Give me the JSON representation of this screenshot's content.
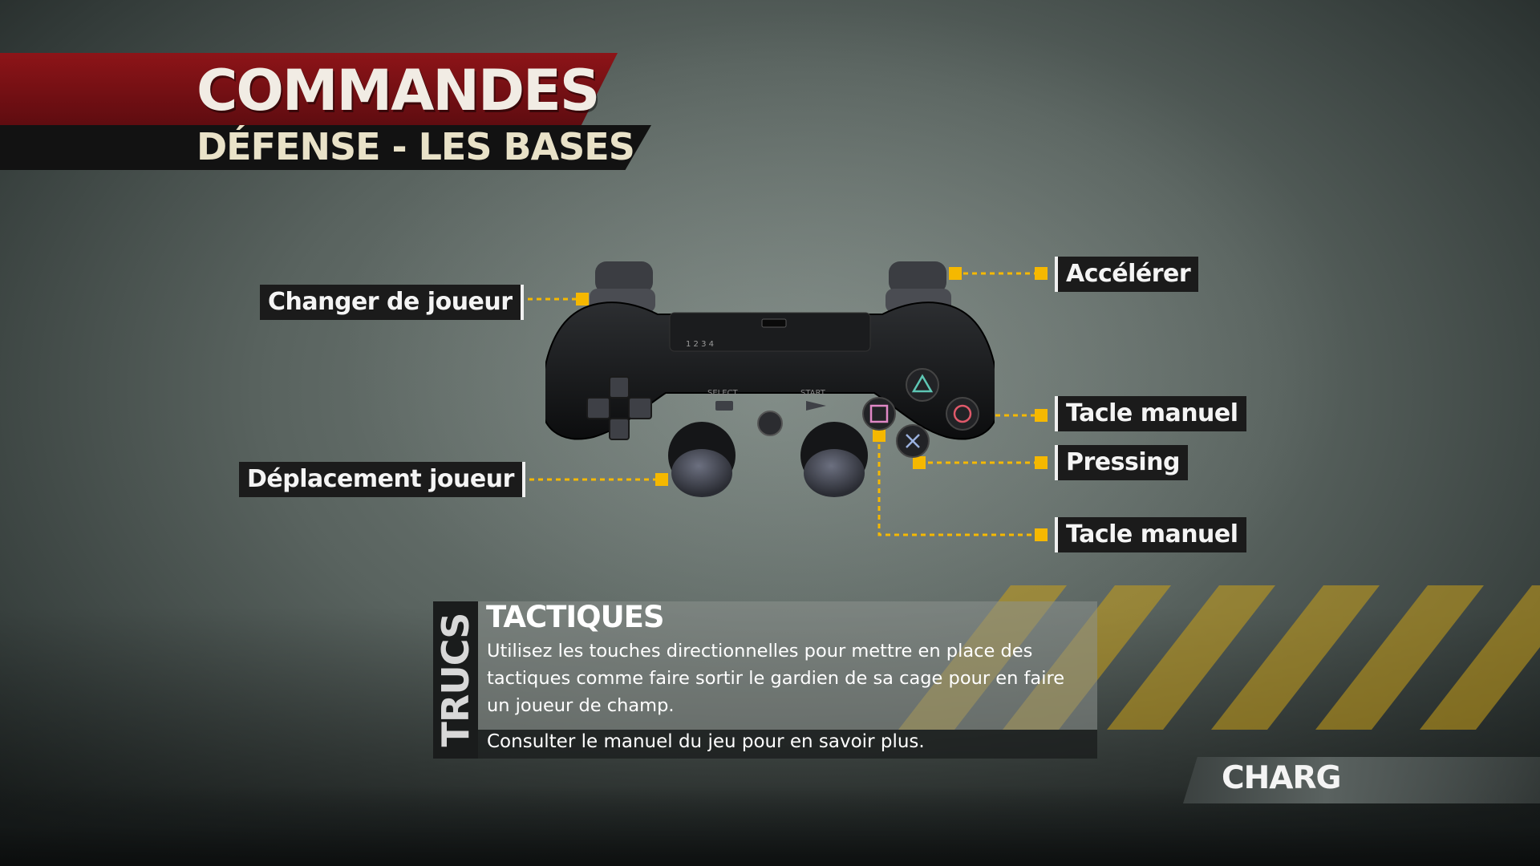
{
  "header": {
    "title": "COMMANDES",
    "subtitle": "DÉFENSE - LES BASES"
  },
  "labels": {
    "change_player": "Changer de joueur",
    "move_player": "Déplacement joueur",
    "accelerate": "Accélérer",
    "manual_tackle_circle": "Tacle manuel",
    "pressing": "Pressing",
    "manual_tackle_square": "Tacle manuel"
  },
  "controller": {
    "select": "SELECT",
    "start": "START",
    "player_leds": "1 2 3 4"
  },
  "tips": {
    "tab": "TRUCS",
    "title": "TACTIQUES",
    "body": "Utilisez les touches directionnelles pour mettre en place des tactiques comme faire sortir le gardien de sa cage pour en faire un joueur de champ.",
    "footer": "Consulter le manuel du jeu pour en savoir plus."
  },
  "loading": {
    "text": "CHARG"
  },
  "colors": {
    "accent_red": "#8d1418",
    "connector": "#f5b800",
    "label_bg": "#1b1b1b"
  }
}
